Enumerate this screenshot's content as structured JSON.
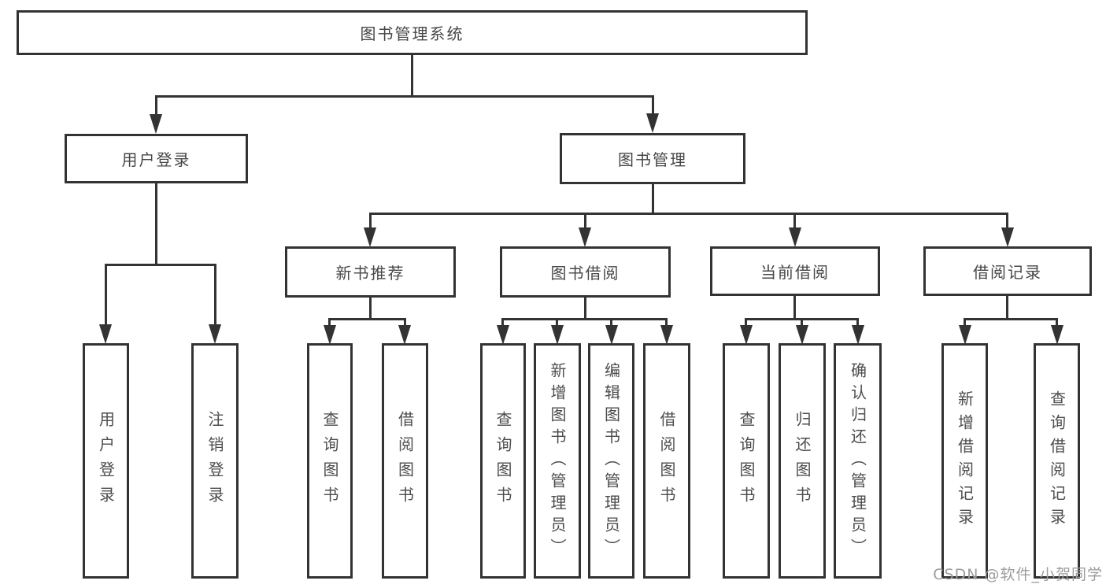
{
  "diagram": {
    "title": "图书管理系统",
    "level2": {
      "user_login": "用户登录",
      "book_mgmt": "图书管理"
    },
    "level3": {
      "new_book_rec": "新书推荐",
      "book_borrow": "图书借阅",
      "current_borrow": "当前借阅",
      "borrow_records": "借阅记录"
    },
    "leaves": {
      "user_login": "用户登录",
      "logout": "注销登录",
      "rec_query": "查询图书",
      "rec_borrow": "借阅图书",
      "borrow_query": "查询图书",
      "borrow_add": "新增图书（管理员）",
      "borrow_edit": "编辑图书（管理员）",
      "borrow_borrow": "借阅图书",
      "current_query": "查询图书",
      "current_return": "归还图书",
      "current_confirm": "确认归还（管理员）",
      "records_add": "新增借阅记录",
      "records_query": "查询借阅记录"
    },
    "watermark": "CSDN @软件_小贺同学",
    "colors": {
      "line": "#333333",
      "text": "#4a4a4a",
      "watermark": "#9d9d9d",
      "background": "#ffffff"
    }
  }
}
